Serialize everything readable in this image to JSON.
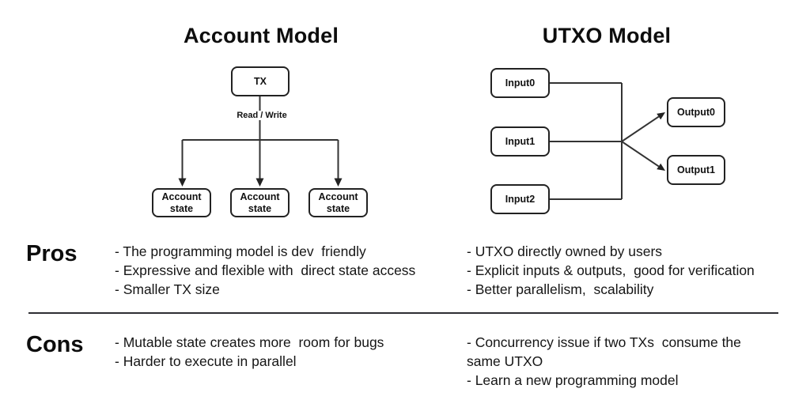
{
  "diagram": {
    "account": {
      "title": "Account Model",
      "tx_label": "TX",
      "edge_label": "Read / Write",
      "state_boxes": [
        "Account state",
        "Account state",
        "Account state"
      ]
    },
    "utxo": {
      "title": "UTXO Model",
      "inputs": [
        "Input0",
        "Input1",
        "Input2"
      ],
      "outputs": [
        "Output0",
        "Output1"
      ]
    }
  },
  "pros": {
    "heading": "Pros",
    "account_items": [
      "- The programming model is dev  friendly",
      "- Expressive and flexible with  direct state access",
      "- Smaller TX size"
    ],
    "utxo_items": [
      "- UTXO directly owned by users",
      "- Explicit inputs & outputs,  good for verification",
      "- Better parallelism,  scalability"
    ]
  },
  "cons": {
    "heading": "Cons",
    "account_items": [
      "- Mutable state creates more  room for bugs",
      "- Harder to execute in parallel"
    ],
    "utxo_items": [
      "- Concurrency issue if two TXs  consume the same UTXO",
      "- Learn a new programming model"
    ]
  },
  "colors": {
    "background": "#ffffff",
    "line": "#333333",
    "box_border": "#222222",
    "text": "#111111"
  }
}
